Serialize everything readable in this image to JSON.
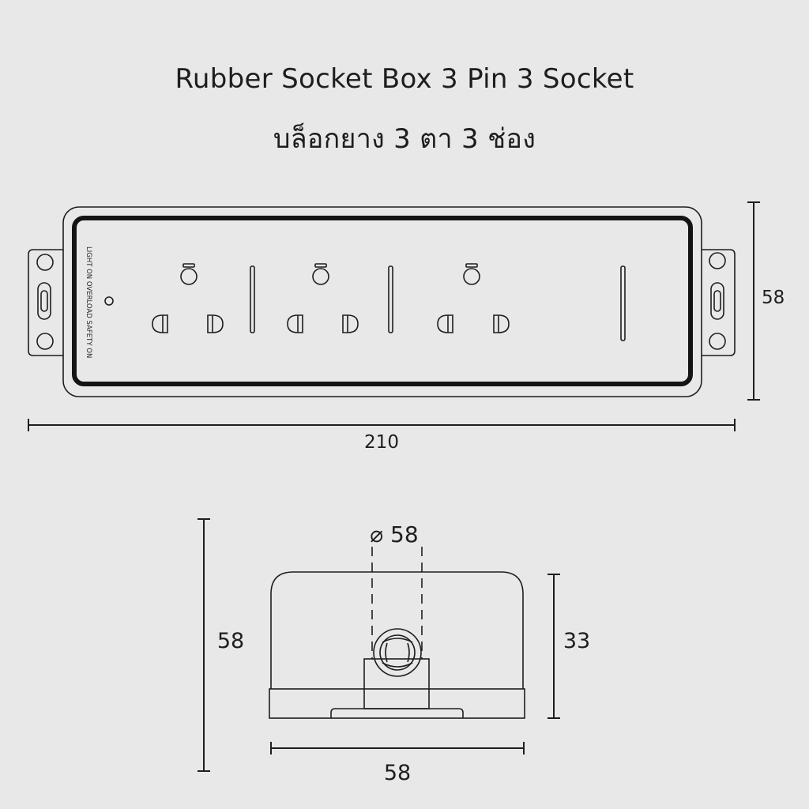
{
  "title": {
    "english": "Rubber Socket Box 3 Pin 3 Socket",
    "thai": "บล็อกยาง 3 ตา 3 ช่อง"
  },
  "front_view": {
    "label_vertical": "LIGHT ON OVERLOAD SAFETY ON",
    "socket_count": 3,
    "dimensions": {
      "width": "210",
      "height": "58"
    }
  },
  "side_view": {
    "diameter": "⌀ 58",
    "dimensions": {
      "overall_height": "58",
      "body_height": "33",
      "width": "58"
    }
  },
  "colors": {
    "background": "#e8e8e8",
    "line": "#1e1e1e",
    "thick_line": "#141414"
  }
}
